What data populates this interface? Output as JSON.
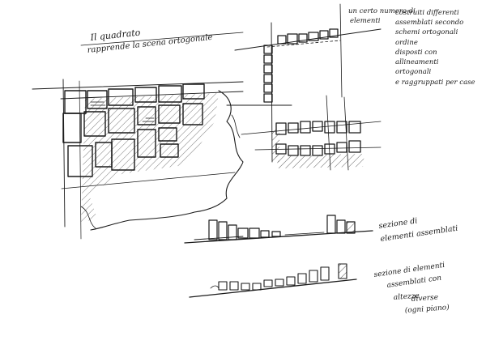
{
  "notes": {
    "plan_caption_1": "Il quadrato",
    "plan_caption_2": "rapprende la scena ortogonale",
    "right_note": [
      "un certo numero di",
      "elementi",
      "costruiti differenti",
      "assemblati secondo",
      "schemi ortogonali",
      "ordine",
      "disposti con",
      "allineamenti",
      "ortogonali",
      "e raggruppati per case"
    ],
    "section_1_label_1": "sezione di",
    "section_1_label_2": "elementi assemblati",
    "section_2_label_1": "sezione di elementi",
    "section_2_label_2": "assemblati con",
    "section_2_label_3": "altezze",
    "section_2_label_4": "diverse",
    "section_2_label_5": "(ogni piano)"
  },
  "colors": {
    "ink": "#1a1a1a",
    "paper": "#ffffff"
  }
}
